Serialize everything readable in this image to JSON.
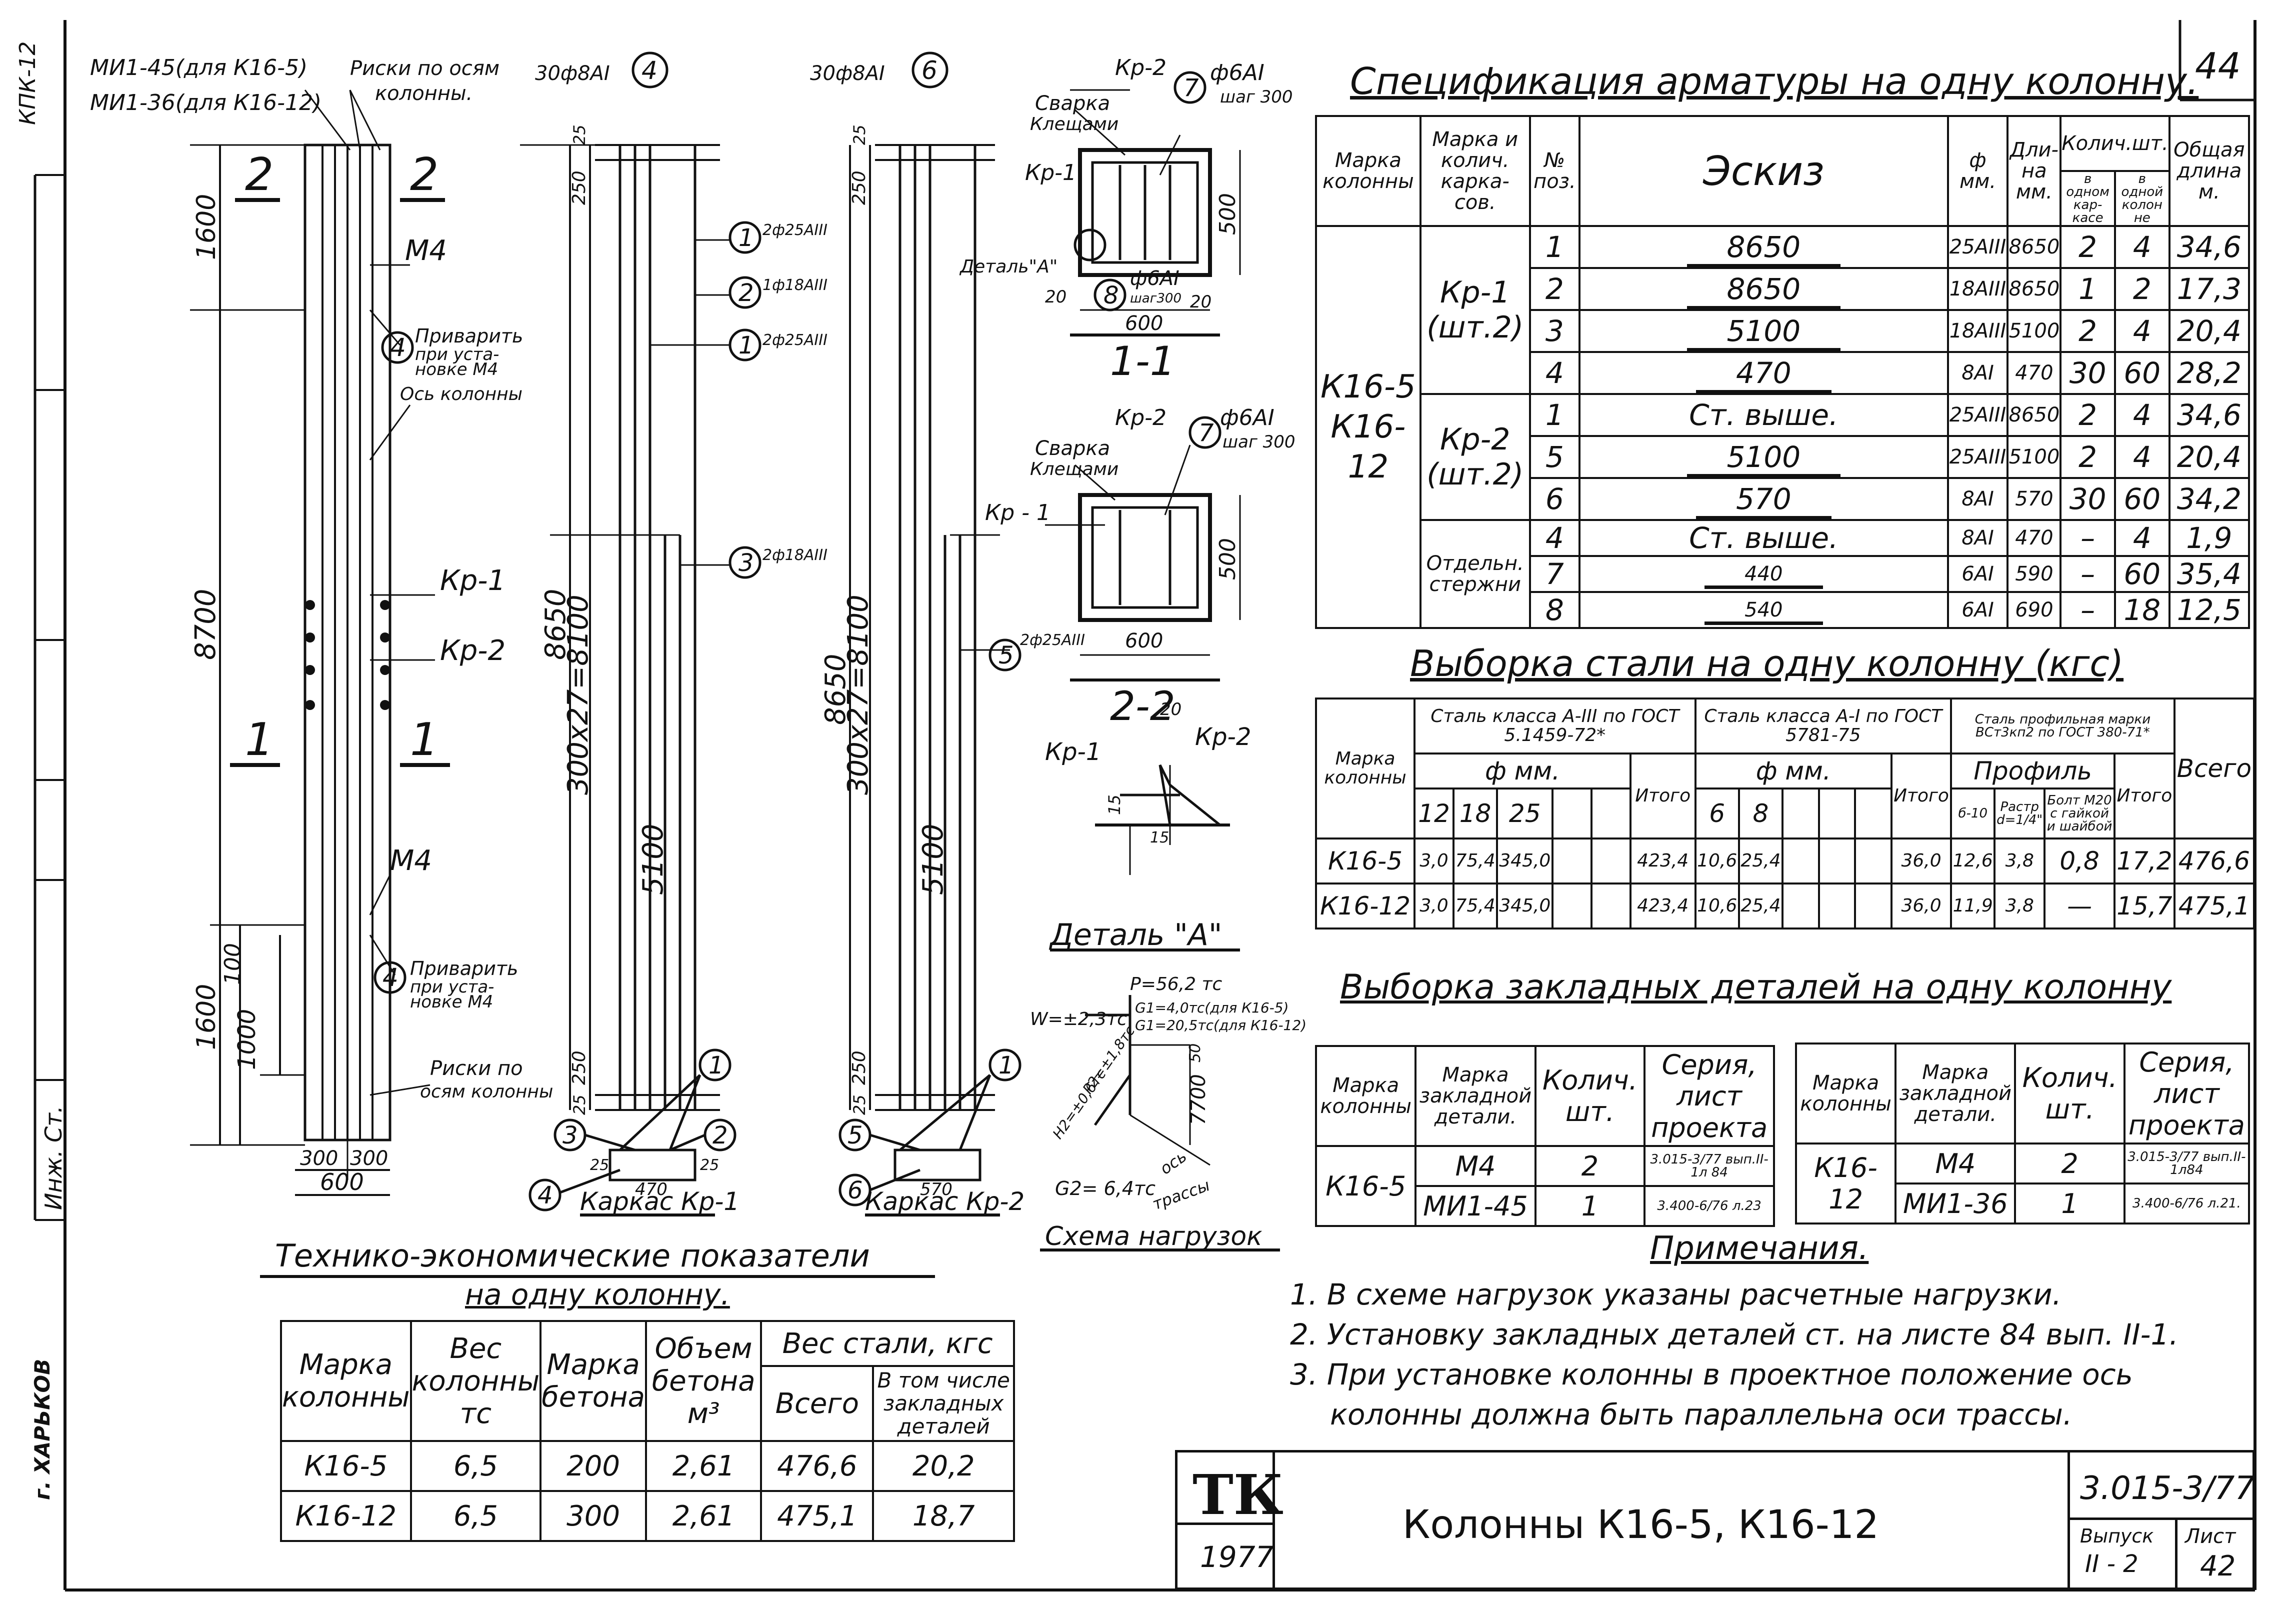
{
  "sheet_no": "44",
  "left_strip": {
    "code": "КПК-12",
    "sign_hint": "Инж. Ст.",
    "city": "г. ХАРЬКОВ"
  },
  "drawing": {
    "column_labels": {
      "mi45": "МИ1-45(для К16-5)",
      "mi36": "МИ1-36(для К16-12)",
      "risks_top": "Риски по осям",
      "risks_top2": "колонны.",
      "sec2a": "2",
      "sec2b": "2",
      "sec1a": "1",
      "sec1b": "1",
      "m4_top": "М4",
      "m4_bot": "М4",
      "weld_top": "Приварить",
      "weld_top2": "при устa-",
      "weld_top3": "новке М4",
      "axis": "Ось колонны",
      "weld_bot": "Приварить",
      "weld_bot2": "при уста-",
      "weld_bot3": "новке М4",
      "risks_bot": "Риски по",
      "risks_bot2": "осям колонны",
      "kr1": "Кр-1",
      "kr2": "Кр-2",
      "dim_1600a": "1600",
      "dim_8700": "8700",
      "dim_1600b": "1600",
      "dim_100": "100",
      "dim_1000": "1000",
      "dim_300a": "300",
      "dim_300b": "300",
      "dim_600": "600",
      "circ4": "4"
    },
    "frame1": {
      "top": "30ф8АI",
      "num_top": "4",
      "l1": "2ф25АIII",
      "l2": "1ф18АIII",
      "l3": "2ф25АIII",
      "l4": "2ф18АIII",
      "n1": "1",
      "n2": "2",
      "n3": "3",
      "n1b": "1",
      "d25": "25",
      "d250a": "250",
      "d8650": "8650",
      "d300": "300x27=8100",
      "d5100": "5100",
      "d250b": "250",
      "d25b": "25",
      "b_n1": "1",
      "b_n2": "2",
      "b_n3": "3",
      "b_n4": "4",
      "b_25a": "25",
      "b_25b": "25",
      "b_470": "470",
      "caption": "Каркас Кр-1"
    },
    "frame2": {
      "top": "30ф8АI",
      "num_top": "6",
      "l5": "2ф25АIII",
      "n5": "5",
      "d25": "25",
      "d250a": "250",
      "d8650": "8650",
      "d300": "300x27=8100",
      "d5100": "5100",
      "d250b": "250",
      "d25b": "25",
      "b_n1": "1",
      "b_n5": "5",
      "b_n6": "6",
      "b_570": "570",
      "caption": "Каркас Кр-2"
    },
    "section11": {
      "kr2": "Кр-2",
      "weld": "Сварка",
      "weld2": "Клещами",
      "kr1": "Кр-1",
      "detail": "Деталь\"А\"",
      "n7": "7",
      "f6": "ф6АI",
      "step": "шаг 300",
      "n8": "8",
      "f6b": "ф6АI",
      "step2": "шаг300",
      "d20a": "20",
      "d20b": "20",
      "d600": "600",
      "d500": "500",
      "title": "1-1"
    },
    "section22": {
      "kr2": "Кр-2",
      "weld": "Сварка",
      "weld2": "Клещами",
      "kr1": "Кр - 1",
      "n7": "7",
      "f6": "ф6АI",
      "step": "шаг 300",
      "d600": "600",
      "d500": "500",
      "title": "2-2"
    },
    "detailA": {
      "kr1": "Кр-1",
      "kr2": "Кр-2",
      "d20": "20",
      "d15": "15",
      "d15b": "15",
      "title": "Деталь \"А\""
    },
    "loads": {
      "p": "P=56,2 тс",
      "g1a": "G1=4,0тс(для К16-5)",
      "g1b": "G1=20,5тс(для К16-12)",
      "w": "W=±2,3тс",
      "d50": "50",
      "d7700": "7700",
      "h": "H2=±0,6тс",
      "p2": "P2=±1,8тс",
      "g2": "G2= 6,4тс",
      "axis": "ось",
      "route": "трассы",
      "title": "Схема нагрузок"
    }
  },
  "spec": {
    "title": "Спецификация арматуры на одну колонну.",
    "headers": {
      "mark": "Марка колонны",
      "frame": "Марка и колич. карка-сов.",
      "pos": "№ поз.",
      "sketch": "Эскиз",
      "phi": "ф мм.",
      "len": "Дли-на мм.",
      "qty": "Колич.шт.",
      "qty_frame": "в одном кар-касе",
      "qty_col": "в одной колон не",
      "total": "Общая длина м."
    },
    "col_mark": [
      "К16-5",
      "К16-12"
    ],
    "groups": [
      "Кр-1 (шт.2)",
      "Кр-2 (шт.2)",
      "Отдельн. стержни"
    ],
    "rows": [
      {
        "pos": "1",
        "sketch": "8650",
        "phi": "25АIII",
        "len": "8650",
        "qf": "2",
        "qc": "4",
        "tot": "34,6"
      },
      {
        "pos": "2",
        "sketch": "8650",
        "phi": "18АIII",
        "len": "8650",
        "qf": "1",
        "qc": "2",
        "tot": "17,3"
      },
      {
        "pos": "3",
        "sketch": "5100",
        "phi": "18АIII",
        "len": "5100",
        "qf": "2",
        "qc": "4",
        "tot": "20,4"
      },
      {
        "pos": "4",
        "sketch": "470",
        "phi": "8АI",
        "len": "470",
        "qf": "30",
        "qc": "60",
        "tot": "28,2"
      },
      {
        "pos": "1",
        "sketch": "Ст. выше.",
        "phi": "25АIII",
        "len": "8650",
        "qf": "2",
        "qc": "4",
        "tot": "34,6"
      },
      {
        "pos": "5",
        "sketch": "5100",
        "phi": "25АIII",
        "len": "5100",
        "qf": "2",
        "qc": "4",
        "tot": "20,4"
      },
      {
        "pos": "6",
        "sketch": "570",
        "phi": "8АI",
        "len": "570",
        "qf": "30",
        "qc": "60",
        "tot": "34,2"
      },
      {
        "pos": "4",
        "sketch": "Ст. выше.",
        "phi": "8АI",
        "len": "470",
        "qf": "–",
        "qc": "4",
        "tot": "1,9"
      },
      {
        "pos": "7",
        "sketch": "440",
        "phi": "6АI",
        "len": "590",
        "qf": "–",
        "qc": "60",
        "tot": "35,4"
      },
      {
        "pos": "8",
        "sketch": "540",
        "phi": "6АI",
        "len": "690",
        "qf": "–",
        "qc": "18",
        "tot": "12,5"
      }
    ]
  },
  "steel": {
    "title": "Выборка стали на одну колонну (кгс)",
    "headers": {
      "mark": "Марка колонны",
      "a3": "Сталь класса А-III по ГОСТ 5.1459-72*",
      "a1": "Сталь класса А-I по ГОСТ 5781-75",
      "prof": "Сталь профильная марки ВСт3кп2 по ГОСТ 380-71*",
      "phi": "ф мм.",
      "phi2": "ф мм.",
      "profile": "Профиль",
      "d12": "12",
      "d18": "18",
      "d25": "25",
      "itogo": "Итого",
      "d6": "6",
      "d8": "8",
      "itogo2": "Итого",
      "b610": "б-10",
      "vastr": "Растр d=1/4\"",
      "bolt": "Болт М20 с гайкой и шайбой",
      "itogo3": "Итого",
      "total": "Всего"
    },
    "rows": [
      {
        "mark": "К16-5",
        "a12": "3,0",
        "a18": "75,4",
        "a25": "345,0",
        "it1": "423,4",
        "b6": "10,6",
        "b8": "25,4",
        "it2": "36,0",
        "p1": "12,6",
        "p2": "3,8",
        "p3": "0,8",
        "it3": "17,2",
        "tot": "476,6"
      },
      {
        "mark": "К16-12",
        "a12": "3,0",
        "a18": "75,4",
        "a25": "345,0",
        "it1": "423,4",
        "b6": "10,6",
        "b8": "25,4",
        "it2": "36,0",
        "p1": "11,9",
        "p2": "3,8",
        "p3": "—",
        "it3": "15,7",
        "tot": "475,1"
      }
    ]
  },
  "embedded": {
    "title": "Выборка закладных деталей на одну колонну",
    "headers": {
      "mark": "Марка колонны",
      "emb": "Марка закладной детали.",
      "qty": "Колич. шт.",
      "series": "Серия, лист проекта"
    },
    "left": {
      "mark": "К16-5",
      "rows": [
        {
          "emb": "М4",
          "qty": "2",
          "series": "3.015-3/77 вып.II-1л 84"
        },
        {
          "emb": "МИ1-45",
          "qty": "1",
          "series": "3.400-6/76 л.23"
        }
      ]
    },
    "right": {
      "mark": "К16-12",
      "rows": [
        {
          "emb": "М4",
          "qty": "2",
          "series": "3.015-3/77 вып.II-1л84"
        },
        {
          "emb": "МИ1-36",
          "qty": "1",
          "series": "3.400-6/76 л.21."
        }
      ]
    }
  },
  "notes": {
    "title": "Примечания.",
    "items": [
      "1. В схеме нагрузок указаны расчетные нагрузки.",
      "2. Установку закладных деталей ст. на листе 84 вып. II-1.",
      "3. При установке колонны в проектное положение ось",
      "колонны должна быть параллельна оси трассы."
    ]
  },
  "tep": {
    "title": "Технико-экономические показатели",
    "subtitle": "на одну колонну.",
    "headers": {
      "mark": "Марка колонны",
      "weight": "Вес колонны тс",
      "concrete": "Марка бетона",
      "volume": "Объем бетона м³",
      "steel": "Вес стали, кгс",
      "steel_all": "Всего",
      "steel_emb": "В том числе закладных деталей"
    },
    "rows": [
      {
        "mark": "К16-5",
        "weight": "6,5",
        "concrete": "200",
        "volume": "2,61",
        "all": "476,6",
        "emb": "20,2"
      },
      {
        "mark": "К16-12",
        "weight": "6,5",
        "concrete": "300",
        "volume": "2,61",
        "all": "475,1",
        "emb": "18,7"
      }
    ]
  },
  "stamp": {
    "logo": "ТК",
    "year": "1977",
    "title": "Колонны К16-5, К16-12",
    "series": "3.015-3/77",
    "issue_label": "Выпуск",
    "issue": "II - 2",
    "sheet_label": "Лист",
    "sheet": "42"
  }
}
